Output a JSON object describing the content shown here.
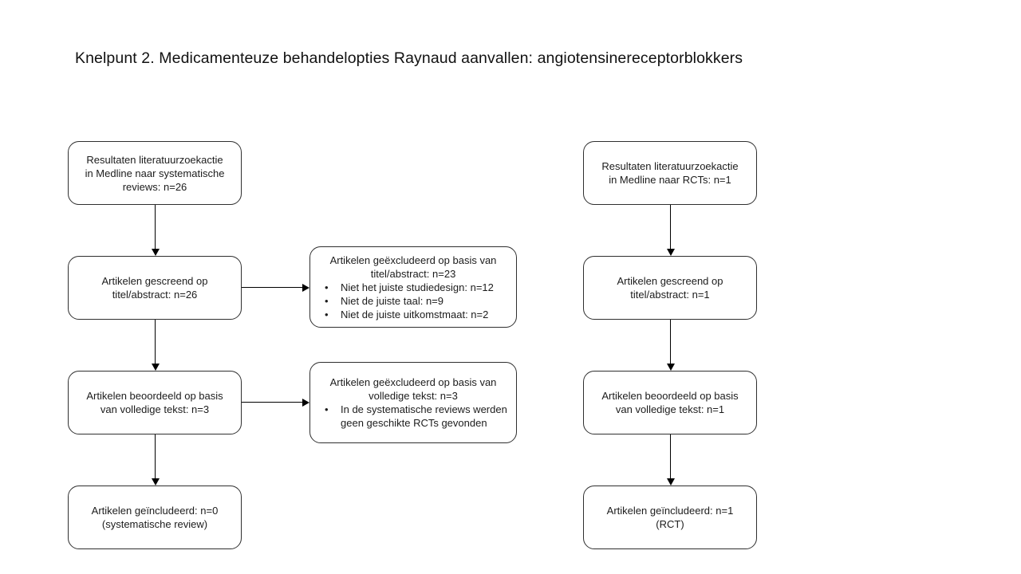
{
  "title": "Knelpunt 2. Medicamenteuze behandelopties Raynaud aanvallen: angiotensinereceptorblokkers",
  "colors": {
    "box_border": "#2f2f2f",
    "arrow": "#000000",
    "text": "#1c1c1c",
    "background": "#ffffff"
  },
  "review_flow": {
    "search": "Resultaten literatuurzoekactie\nin Medline naar systematische\nreviews: n=26",
    "screened": "Artikelen gescreend op\ntitel/abstract: n=26",
    "assessed": "Artikelen beoordeeld op basis\nvan volledige tekst: n=3",
    "included": "Artikelen geïncludeerd: n=0\n(systematische review)"
  },
  "rct_flow": {
    "search": "Resultaten literatuurzoekactie\nin Medline naar RCTs: n=1",
    "screened": "Artikelen gescreend op\ntitel/abstract: n=1",
    "assessed": "Artikelen beoordeeld op basis\nvan volledige tekst: n=1",
    "included": "Artikelen geïncludeerd: n=1\n(RCT)"
  },
  "exclusions": {
    "title_abstract": {
      "heading": "Artikelen geëxcludeerd op basis van\ntitel/abstract: n=23",
      "bullets": [
        "Niet het juiste studiedesign: n=12",
        "Niet de juiste taal: n=9",
        "Niet de juiste uitkomstmaat: n=2"
      ]
    },
    "full_text": {
      "heading": "Artikelen geëxcludeerd op basis van\nvolledige tekst: n=3",
      "bullets": [
        "In de systematische reviews werden\ngeen geschikte RCTs gevonden"
      ]
    }
  }
}
